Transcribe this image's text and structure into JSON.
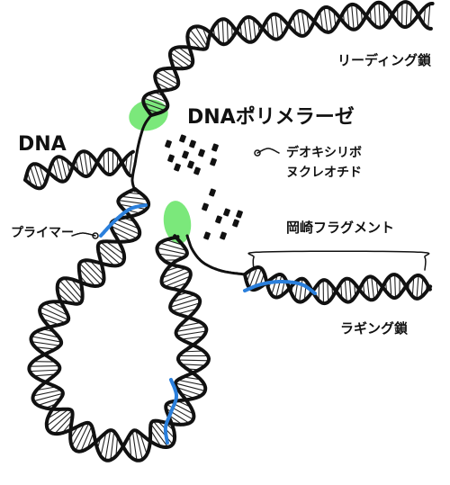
{
  "labels": {
    "leading_strand": "リーディング鎖",
    "dna_polymerase": "DNAポリメラーゼ",
    "dna": "DNA",
    "deoxyribonucleotide_line1": "デオキシリボ",
    "deoxyribonucleotide_line2": "ヌクレオチド",
    "primer": "プライマー",
    "okazaki_fragment": "岡崎フラグメント",
    "lagging_strand": "ラギング鎖"
  },
  "colors": {
    "strand": "#111111",
    "primer": "#2a7fdc",
    "polymerase": "#7be87b",
    "rung": "#222222"
  }
}
